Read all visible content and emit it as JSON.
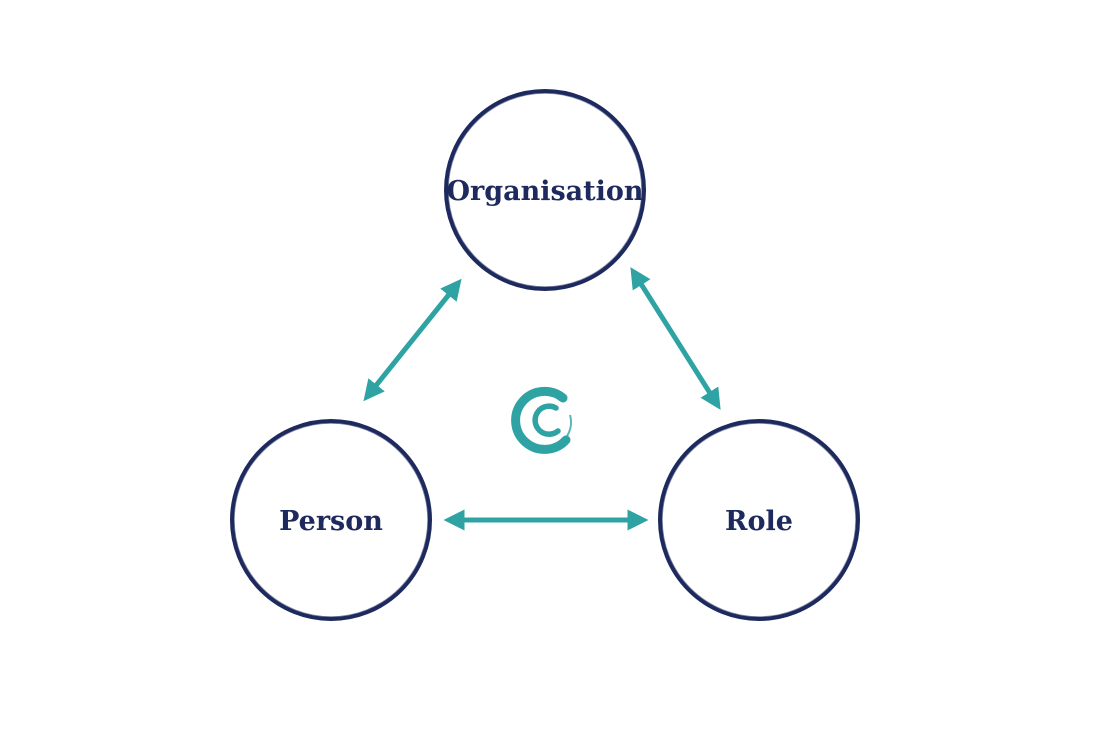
{
  "colors": {
    "background": "#ffffff",
    "circle_stroke": "#1e2a5e",
    "label_text": "#1e2a5e",
    "arrow": "#2fa3a3",
    "logo": "#2fa3a3"
  },
  "nodes": {
    "organisation": {
      "label": "Organisation"
    },
    "person": {
      "label": "Person"
    },
    "role": {
      "label": "Role"
    }
  },
  "edges": [
    {
      "from": "organisation",
      "to": "person",
      "direction": "both"
    },
    {
      "from": "organisation",
      "to": "role",
      "direction": "both"
    },
    {
      "from": "person",
      "to": "role",
      "direction": "both"
    }
  ],
  "logo": {
    "icon": "c-swirl-logo-icon"
  }
}
